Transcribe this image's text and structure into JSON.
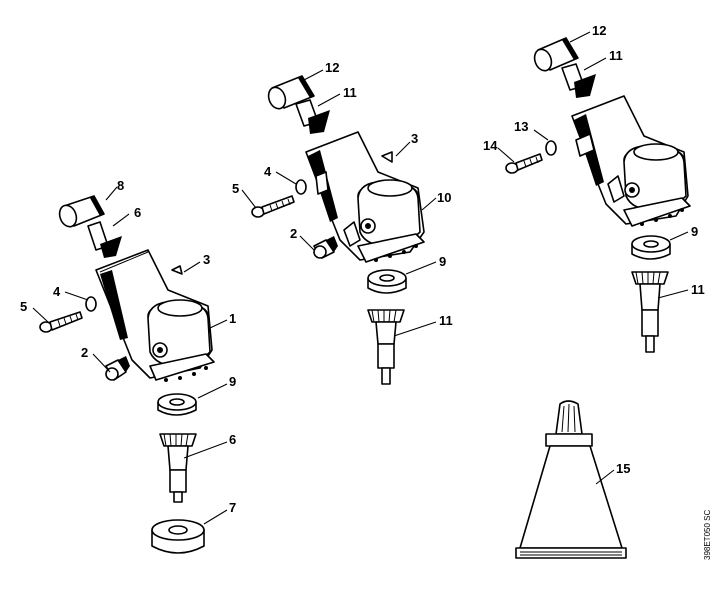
{
  "callouts": {
    "a": {
      "p8": "8",
      "p6_top": "6",
      "p3": "3",
      "p4": "4",
      "p5": "5",
      "p1": "1",
      "p2": "2",
      "p9": "9",
      "p6_bottom": "6",
      "p7": "7"
    },
    "b": {
      "p12": "12",
      "p11_top": "11",
      "p3": "3",
      "p4": "4",
      "p5": "5",
      "p10": "10",
      "p2": "2",
      "p9": "9",
      "p11_bottom": "11"
    },
    "c": {
      "p12": "12",
      "p11_top": "11",
      "p13": "13",
      "p14": "14",
      "p9": "9",
      "p11_bottom": "11"
    },
    "tube": {
      "p15": "15"
    }
  },
  "reference_code": "398ET050 SC"
}
